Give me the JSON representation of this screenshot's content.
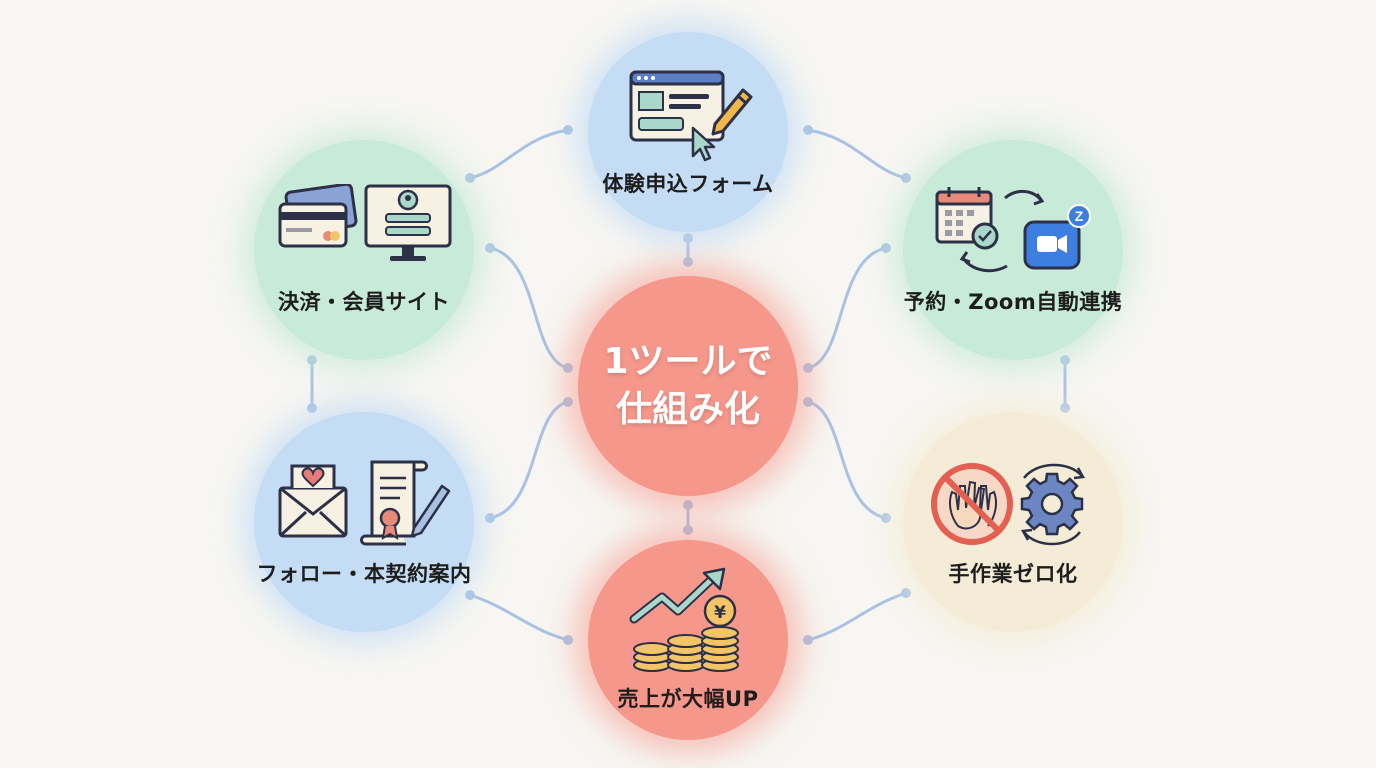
{
  "center": {
    "line1": "1ツールで",
    "line2": "仕組み化"
  },
  "nodes": {
    "form": {
      "label": "体験申込フォーム",
      "icon": "form-edit-icon"
    },
    "booking": {
      "label": "予約・Zoom自動連携",
      "icon": "calendar-zoom-sync-icon"
    },
    "automation": {
      "label": "手作業ゼロ化",
      "icon": "no-manual-work-gear-icon"
    },
    "sales": {
      "label": "売上が大幅UP",
      "icon": "revenue-growth-coins-icon"
    },
    "follow": {
      "label": "フォロー・本契約案内",
      "icon": "mail-contract-icon"
    },
    "payment": {
      "label": "決済・会員サイト",
      "icon": "card-member-site-icon"
    },
    "coin_symbol": "¥",
    "zoom_badge": "Z"
  },
  "colors": {
    "center": "#f6978b",
    "blue": "#c4dcf4",
    "green": "#c8ead8",
    "cream": "#f4ecd6",
    "salmon": "#f6978b",
    "connector": "#a9c2e4"
  }
}
